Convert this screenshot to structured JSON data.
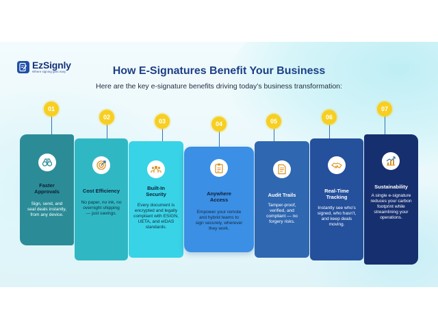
{
  "brand": {
    "name": "EzSignly",
    "tagline": "Where signing gets easy",
    "logo_icon": "signature-doc-icon"
  },
  "header": {
    "title": "How E-Signatures Benefit Your Business",
    "subtitle": "Here are the key e-signature benefits driving today’s business transformation:"
  },
  "colors": {
    "number_badge": "#f7cf22",
    "title": "#1d3f86",
    "card_1": "#2b8c98",
    "card_2": "#2fb8c4",
    "card_3": "#38d3e6",
    "card_4": "#3b8fe4",
    "card_5": "#2f67b1",
    "card_6": "#24509c",
    "card_7": "#162f6f"
  },
  "steps": [
    {
      "number": "01",
      "title": "Faster Approvals",
      "text": "Sign, send, and seal deals instantly, from any device.",
      "icon": "binoculars-icon"
    },
    {
      "number": "02",
      "title": "Cost Efficiency",
      "text": "No paper, no ink, no overnight shipping — just savings.",
      "icon": "target-icon"
    },
    {
      "number": "03",
      "title": "Built-In Security",
      "text": "Every document is encrypted and legally compliant with ESIGN, UETA, and eIDAS standards.",
      "icon": "team-icon"
    },
    {
      "number": "04",
      "title": "Anywhere Access",
      "text": "Empower your remote and hybrid teams to sign securely, wherever they work.",
      "icon": "clipboard-icon"
    },
    {
      "number": "05",
      "title": "Audit Trails",
      "text": "Tamper-proof, verified, and compliant — no forgery risks.",
      "icon": "document-icon"
    },
    {
      "number": "06",
      "title": "Real-Time Tracking",
      "text": "Instantly see who’s signed, who hasn’t, and keep deals moving.",
      "icon": "handshake-icon"
    },
    {
      "number": "07",
      "title": "Sustainability",
      "text": "A single e-signature reduces your carbon footprint while streamlining your operations.",
      "icon": "growth-chart-icon"
    }
  ]
}
